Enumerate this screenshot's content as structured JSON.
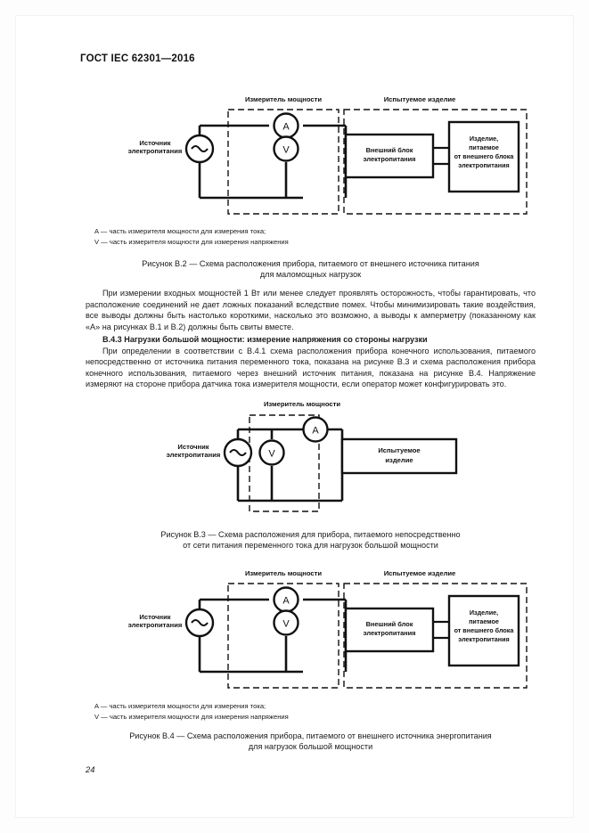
{
  "document": {
    "header": "ГОСТ IEC 62301—2016",
    "page_number": "24"
  },
  "legend_b2": {
    "line_a": "A — часть измерителя мощности для измерения тока;",
    "line_v": "V — часть измерителя мощности для измерения напряжения"
  },
  "caption_b2": {
    "line1": "Рисунок B.2 — Схема расположения прибора, питаемого от внешнего источника питания",
    "line2": "для маломощных нагрузок"
  },
  "paragraph_1": "При измерении входных мощностей 1 Вт или менее следует проявлять осторожность, чтобы гарантировать, что расположение соединений не дает ложных показаний вследствие помех. Чтобы минимизировать такие воздействия, все выводы должны быть настолько короткими, насколько это возможно, а выводы к амперметру (показанному как «A» на рисунках B.1 и B.2) должны быть свиты вместе.",
  "section_b43": {
    "heading": "B.4.3 Нагрузки большой мощности: измерение напряжения со стороны нагрузки",
    "body": "При определении в соответствии с B.4.1 схема расположения прибора конечного использования, питаемого непосредственно от источника питания переменного тока, показана на рисунке B.3 и схема расположения прибора конечного использования, питаемого через внешний источник питания, показана на рисунке B.4. Напряжение измеряют на стороне прибора датчика тока измерителя мощности, если оператор может конфигурировать это."
  },
  "caption_b3": {
    "line1": "Рисунок B.3 — Схема расположения для прибора, питаемого непосредственно",
    "line2": "от сети питания переменного тока для нагрузок большой мощности"
  },
  "legend_b4": {
    "line_a": "A — часть измерителя мощности для измерения тока;",
    "line_v": "V — часть измерителя мощности для измерения напряжения"
  },
  "caption_b4": {
    "line1": "Рисунок B.4 — Схема расположения прибора, питаемого от внешнего источника энергопитания",
    "line2": "для нагрузок большой мощности"
  },
  "figure_b2": {
    "header_meter": "Измеритель мощности",
    "header_eut": "Испытуемое изделие",
    "source_line1": "Источник",
    "source_line2": "электропитания",
    "ammeter": "A",
    "voltmeter": "V",
    "psu_line1": "Внешний блок",
    "psu_line2": "электропитания",
    "eut_line1": "Изделие,",
    "eut_line2": "питаемое",
    "eut_line3": "от внешнего блока",
    "eut_line4": "электропитания"
  },
  "figure_b3": {
    "header_meter": "Измеритель мощности",
    "source_line1": "Источник",
    "source_line2": "электропитания",
    "ammeter": "A",
    "voltmeter": "V",
    "eut_line1": "Испытуемое",
    "eut_line2": "изделие"
  },
  "figure_b4": {
    "header_meter": "Измеритель мощности",
    "header_eut": "Испытуемое изделие",
    "source_line1": "Источник",
    "source_line2": "электропитания",
    "ammeter": "A",
    "voltmeter": "V",
    "psu_line1": "Внешний блок",
    "psu_line2": "электропитания",
    "eut_line1": "Изделие,",
    "eut_line2": "питаемое",
    "eut_line3": "от внешнего блока",
    "eut_line4": "электропитания"
  },
  "colors": {
    "ink": "#111111",
    "paper": "#ffffff"
  }
}
